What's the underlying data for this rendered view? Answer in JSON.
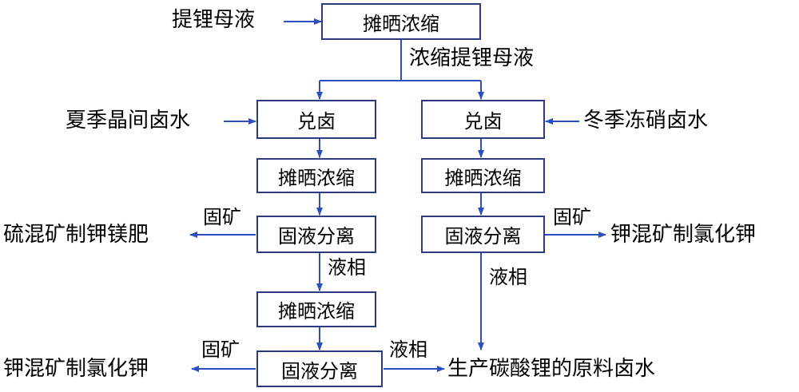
{
  "colors": {
    "line": "#2e3a80",
    "arrow": "#2b4fc0",
    "text": "#000000"
  },
  "boxes": {
    "evap_top": "摊晒浓缩",
    "mix_left": "兑卤",
    "mix_right": "兑卤",
    "evap_left": "摊晒浓缩",
    "evap_right": "摊晒浓缩",
    "sep_left": "固液分离",
    "sep_right": "固液分离",
    "evap_left2": "摊晒浓缩",
    "sep_left2": "固液分离"
  },
  "inputs": {
    "mother_liquor": "提锂母液",
    "summer_brine": "夏季晶间卤水",
    "winter_brine": "冬季冻硝卤水"
  },
  "edge_labels": {
    "concentrated": "浓缩提锂母液",
    "solid_left": "固矿",
    "solid_right": "固矿",
    "liquid_left": "液相",
    "liquid_right": "液相",
    "solid_left2": "固矿",
    "liquid_left2": "液相"
  },
  "outputs": {
    "sulfur_fertilizer": "硫混矿制钾镁肥",
    "kcl_right": "钾混矿制氯化钾",
    "kcl_left": "钾混矿制氯化钾",
    "lithium_brine": "生产碳酸锂的原料卤水"
  }
}
